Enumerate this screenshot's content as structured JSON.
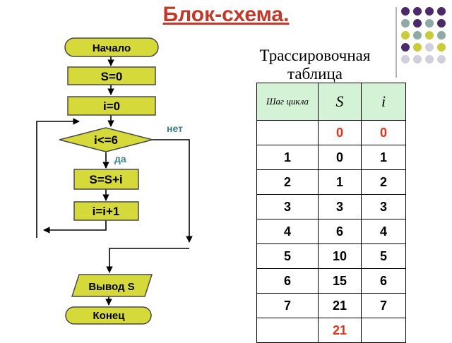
{
  "header": {
    "title": "Блок-схема.",
    "subtitle_line1": "Трассировочная",
    "subtitle_line2": "таблица"
  },
  "flowchart": {
    "start": "Начало",
    "init_s": "S=0",
    "init_i": "i=0",
    "condition": "i<=6",
    "no_label": "нет",
    "yes_label": "да",
    "body_sum": "S=S+i",
    "body_inc": "i=i+1",
    "output": "Вывод S",
    "end": "Конец"
  },
  "trace_table": {
    "headers": [
      "Шаг цикла",
      "S",
      "i"
    ],
    "initial": [
      "",
      "0",
      "0"
    ],
    "rows": [
      [
        "1",
        "0",
        "1"
      ],
      [
        "2",
        "1",
        "2"
      ],
      [
        "3",
        "3",
        "3"
      ],
      [
        "4",
        "6",
        "4"
      ],
      [
        "5",
        "10",
        "5"
      ],
      [
        "6",
        "15",
        "6"
      ],
      [
        "7",
        "21",
        "7"
      ]
    ],
    "final": [
      "",
      "21",
      ""
    ]
  },
  "colors": {
    "title": "#c0392b",
    "block_fill": "#d6d93a",
    "block_border": "#4a4a4a",
    "branch_label": "#3f7f86",
    "header_fill": "#d3f2d6",
    "highlight_value": "#e0311b",
    "dot_purple": "#4b2a6a",
    "dot_teal": "#8fa9a6",
    "dot_yellow": "#c9cc3a",
    "dot_gray": "#d0d0dc"
  }
}
